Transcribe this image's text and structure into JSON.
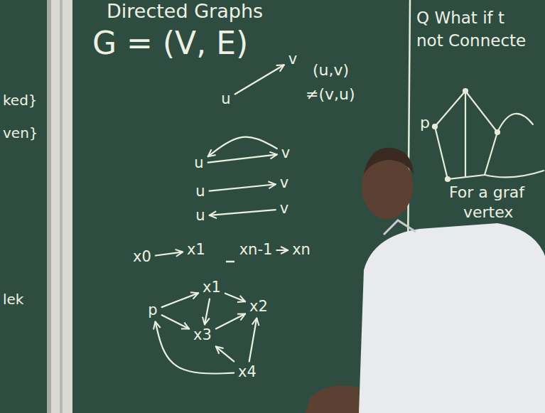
{
  "diagram": {
    "title": "Directed Graphs",
    "nodes": [
      {
        "text": [
          "u"
        ]
      },
      {
        "text": [
          "v"
        ]
      },
      {
        "text": [
          "u"
        ]
      },
      {
        "text": [
          "v"
        ]
      },
      {
        "text": [
          "u"
        ]
      },
      {
        "text": [
          "v"
        ]
      },
      {
        "text": [
          "u"
        ]
      },
      {
        "text": [
          "v"
        ]
      },
      {
        "text": [
          "x0"
        ]
      },
      {
        "text": [
          "x1"
        ]
      },
      {
        "text": [
          "xn-1"
        ]
      },
      {
        "text": [
          "xn"
        ]
      },
      {
        "text": [
          "p"
        ]
      },
      {
        "text": [
          "x1"
        ]
      },
      {
        "text": [
          "x2"
        ]
      },
      {
        "text": [
          "x3"
        ]
      },
      {
        "text": [
          "x4"
        ]
      }
    ],
    "edges": [
      {
        "from": 0,
        "to": 1,
        "arrow": "to"
      },
      {
        "from": 2,
        "to": 3,
        "arrow": "to"
      },
      {
        "from": 3,
        "to": 2,
        "arrow": "to"
      },
      {
        "from": 4,
        "to": 5,
        "arrow": "to"
      },
      {
        "from": 7,
        "to": 6,
        "arrow": "to"
      },
      {
        "from": 8,
        "to": 9,
        "arrow": "to"
      },
      {
        "from": 10,
        "to": 11,
        "arrow": "to"
      },
      {
        "from": 12,
        "to": 13,
        "arrow": "to"
      },
      {
        "from": 13,
        "to": 14,
        "arrow": "to"
      },
      {
        "from": 13,
        "to": 15,
        "arrow": "to"
      },
      {
        "from": 12,
        "to": 15,
        "arrow": "to"
      },
      {
        "from": 15,
        "to": 14,
        "arrow": "to"
      },
      {
        "from": 16,
        "to": 15,
        "arrow": "to"
      },
      {
        "from": 16,
        "to": 14,
        "arrow": "to"
      },
      {
        "from": 16,
        "to": 12,
        "arrow": "to"
      }
    ],
    "labels": [
      "G = (V, E)",
      "(u,v)",
      "≠(v,u)",
      "Q What if t",
      "not Connecte",
      "p",
      "For a graf",
      "vertex",
      "ked}",
      "ven}",
      "lek"
    ]
  }
}
